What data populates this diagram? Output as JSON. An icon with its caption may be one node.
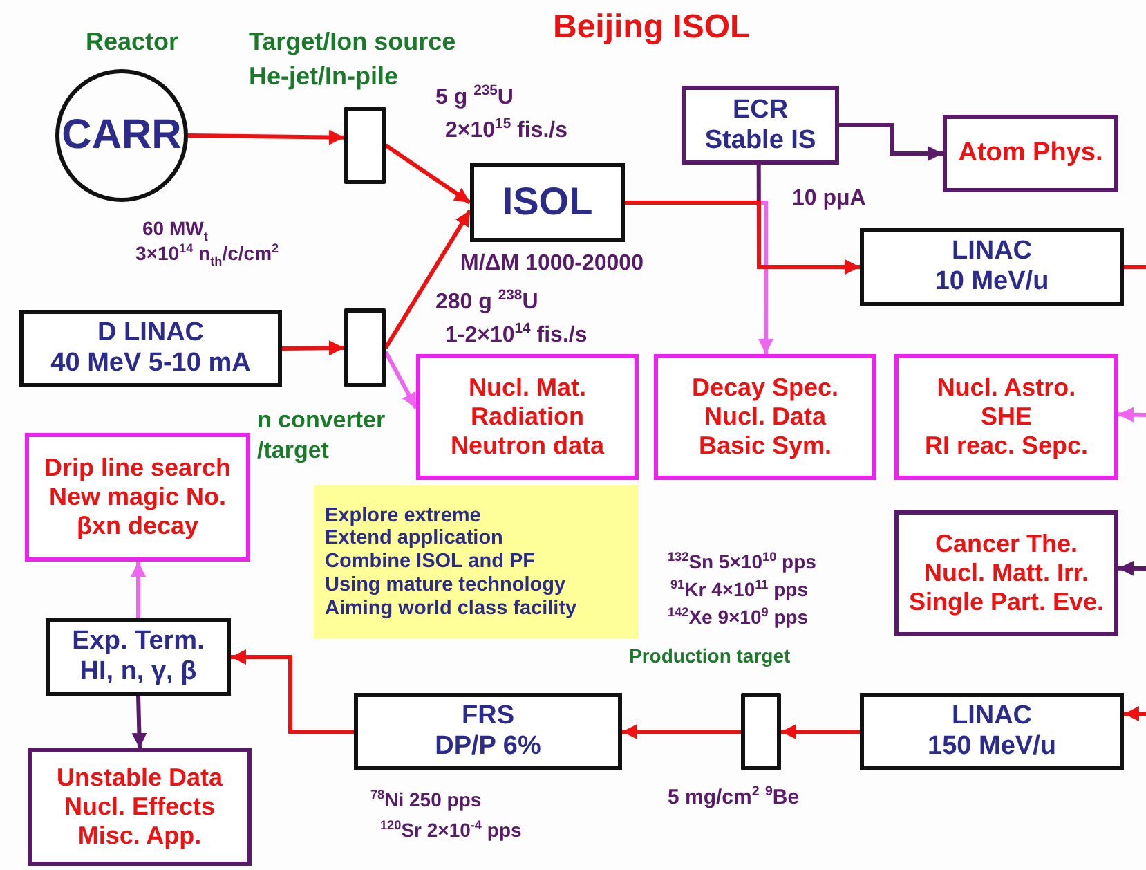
{
  "diagram": {
    "title": "Beijing ISOL",
    "nodes": [
      {
        "text": [
          "CARR"
        ],
        "beside": [
          "Reactor",
          "60 MW$_{t}$",
          "3×10$^{14}$ n$_{th}$/c/cm$^{2}$"
        ]
      },
      {
        "text": [],
        "shape": "box",
        "beside": [
          "Target/Ion source",
          "He-jet/In-pile"
        ]
      },
      {
        "text": [
          "D LINAC",
          "40 MeV 5-10 mA"
        ]
      },
      {
        "text": [],
        "shape": "box",
        "beside": [
          "n converter",
          "/target"
        ]
      },
      {
        "text": [
          "ISOL"
        ],
        "beside": [
          "M/ΔM 1000-20000"
        ]
      },
      {
        "text": [
          "ECR",
          "Stable IS"
        ]
      },
      {
        "text": [
          "Atom Phys."
        ]
      },
      {
        "text": [
          "LINAC",
          "10 MeV/u"
        ]
      },
      {
        "text": [
          "Nucl. Mat.",
          "Radiation",
          "Neutron data"
        ]
      },
      {
        "text": [
          "Decay Spec.",
          "Nucl. Data",
          "Basic Sym."
        ]
      },
      {
        "text": [
          "Nucl. Astro.",
          "SHE",
          "RI reac. Sepc."
        ]
      },
      {
        "text": [
          "Drip line search",
          "New magic No.",
          "βxn decay"
        ]
      },
      {
        "text": [
          "Explore extreme",
          "Extend application",
          "Combine ISOL and PF",
          "Using mature technology",
          "Aiming world class facility"
        ]
      },
      {
        "text": [
          "Cancer The.",
          "Nucl. Matt. Irr.",
          "Single Part. Eve."
        ]
      },
      {
        "text": [
          "Exp. Term.",
          "HI, n, γ, β"
        ]
      },
      {
        "text": [
          "FRS",
          "DP/P 6%"
        ]
      },
      {
        "text": [],
        "shape": "box",
        "beside": [
          "5 mg/cm$^{2}$ $^{9}$Be"
        ]
      },
      {
        "text": [
          "LINAC",
          "150 MeV/u"
        ]
      },
      {
        "text": [
          "Unstable Data",
          "Nucl. Effects",
          "Misc. App."
        ]
      }
    ],
    "edges": [
      {
        "from": 0,
        "to": 1,
        "arrow": "to"
      },
      {
        "from": 2,
        "to": 3,
        "arrow": "to"
      },
      {
        "from": 1,
        "to": 4,
        "arrow": "to"
      },
      {
        "from": 3,
        "to": 4,
        "arrow": "to"
      },
      {
        "from": 3,
        "to": 8,
        "arrow": "to",
        "color": "#ee66ee"
      },
      {
        "from": 4,
        "to": 7,
        "arrow": "to"
      },
      {
        "from": 5,
        "to": 7,
        "arrow": "to",
        "color": "#5a1a6a"
      },
      {
        "from": 4,
        "to": 9,
        "arrow": "to",
        "color": "#ee66ee"
      },
      {
        "from": 5,
        "to": 6,
        "arrow": "to",
        "color": "#5a1a6a"
      },
      {
        "from": 7,
        "to": null,
        "arrow": "none"
      },
      {
        "from": null,
        "to": 10,
        "arrow": "to",
        "color": "#ee66ee"
      },
      {
        "from": null,
        "to": 13,
        "arrow": "to",
        "color": "#5a1a6a"
      },
      {
        "from": null,
        "to": 17,
        "arrow": "to"
      },
      {
        "from": 17,
        "to": 16,
        "arrow": "to"
      },
      {
        "from": 16,
        "to": 15,
        "arrow": "to"
      },
      {
        "from": 15,
        "to": 14,
        "arrow": "to"
      },
      {
        "from": 14,
        "to": 11,
        "arrow": "to",
        "color": "#ee66ee"
      },
      {
        "from": 14,
        "to": 18,
        "arrow": "to",
        "color": "#5a1a6a"
      }
    ],
    "labels": [
      "5 g $^{235}$U",
      "2×10$^{15}$ fis./s",
      "10 pμA",
      "280 g $^{238}$U",
      "1-2×10$^{14}$ fis./s",
      "$^{132}$Sn 5×10$^{10}$ pps",
      "$^{91}$Kr 4×10$^{11}$ pps",
      "$^{142}$Xe 9×10$^{9}$ pps",
      "Production target",
      "$^{78}$Ni 250 pps",
      "$^{120}$Sr 2×10$^{-4}$ pps"
    ]
  }
}
